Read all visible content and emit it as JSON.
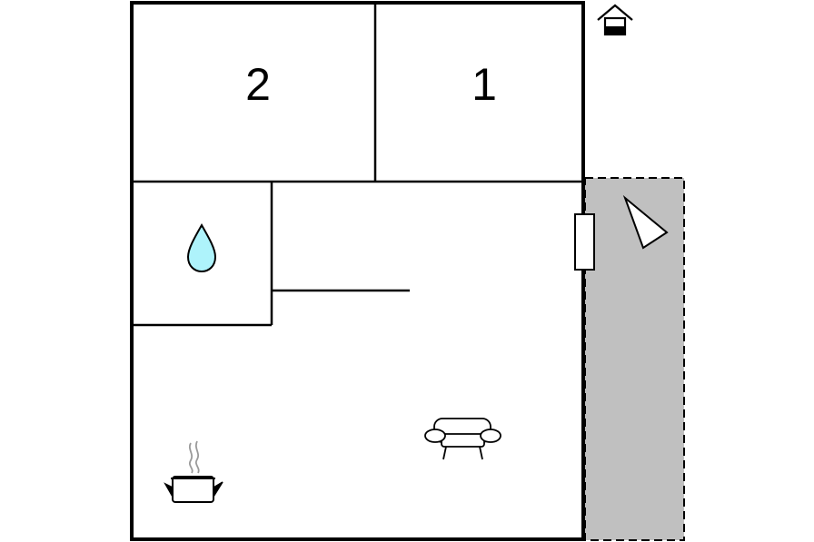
{
  "floorplan": {
    "rooms": [
      {
        "id": "bedroom-2",
        "label": "2"
      },
      {
        "id": "bedroom-1",
        "label": "1"
      }
    ],
    "icons": {
      "entrance": "house-entrance-icon",
      "bathroom": "water-drop-icon",
      "kitchen": "cooking-pot-icon",
      "living": "sofa-icon",
      "terrace": "terrace-triangle-icon",
      "door": "door-icon"
    },
    "colors": {
      "wall": "#000000",
      "terrace": "#c0c0c0",
      "water": "#aef3fb",
      "steam": "#9a9a9a"
    }
  }
}
